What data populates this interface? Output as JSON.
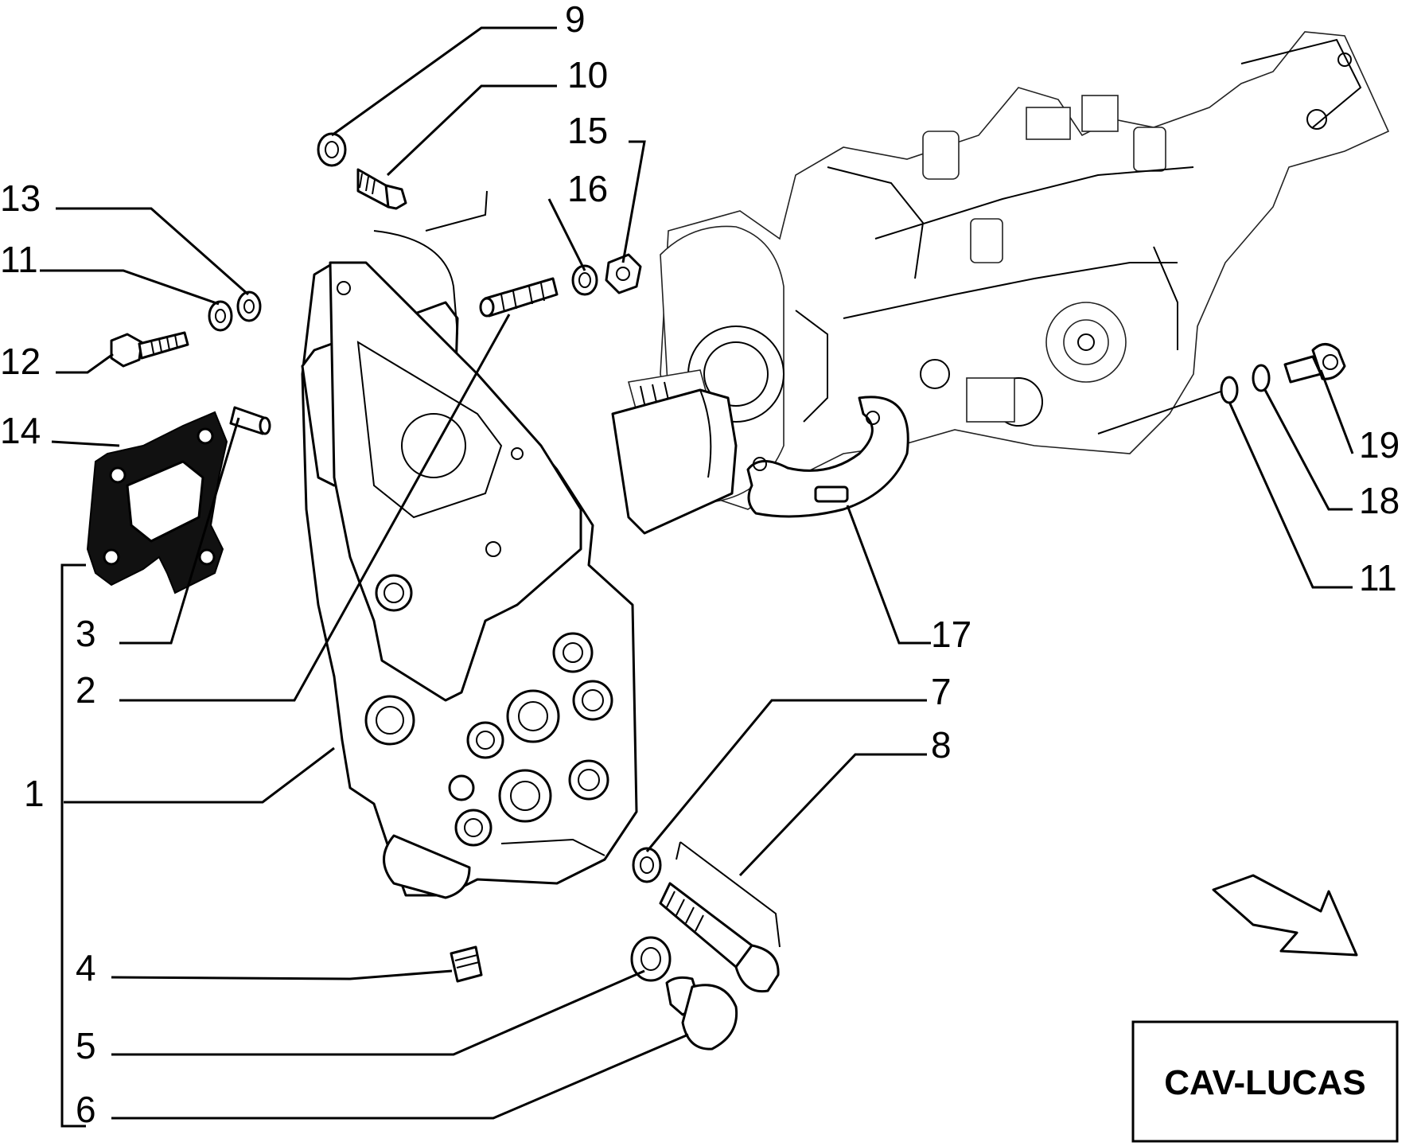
{
  "brand_label": "CAV-LUCAS",
  "callouts": {
    "c1": "1",
    "c2": "2",
    "c3": "3",
    "c4": "4",
    "c5": "5",
    "c6": "6",
    "c7": "7",
    "c8": "8",
    "c9": "9",
    "c10": "10",
    "c11a": "11",
    "c11b": "11",
    "c12": "12",
    "c13": "13",
    "c14": "14",
    "c15": "15",
    "c16": "16",
    "c17": "17",
    "c18": "18",
    "c19": "19"
  },
  "icons": {
    "direction": "arrow-down-right-icon"
  }
}
